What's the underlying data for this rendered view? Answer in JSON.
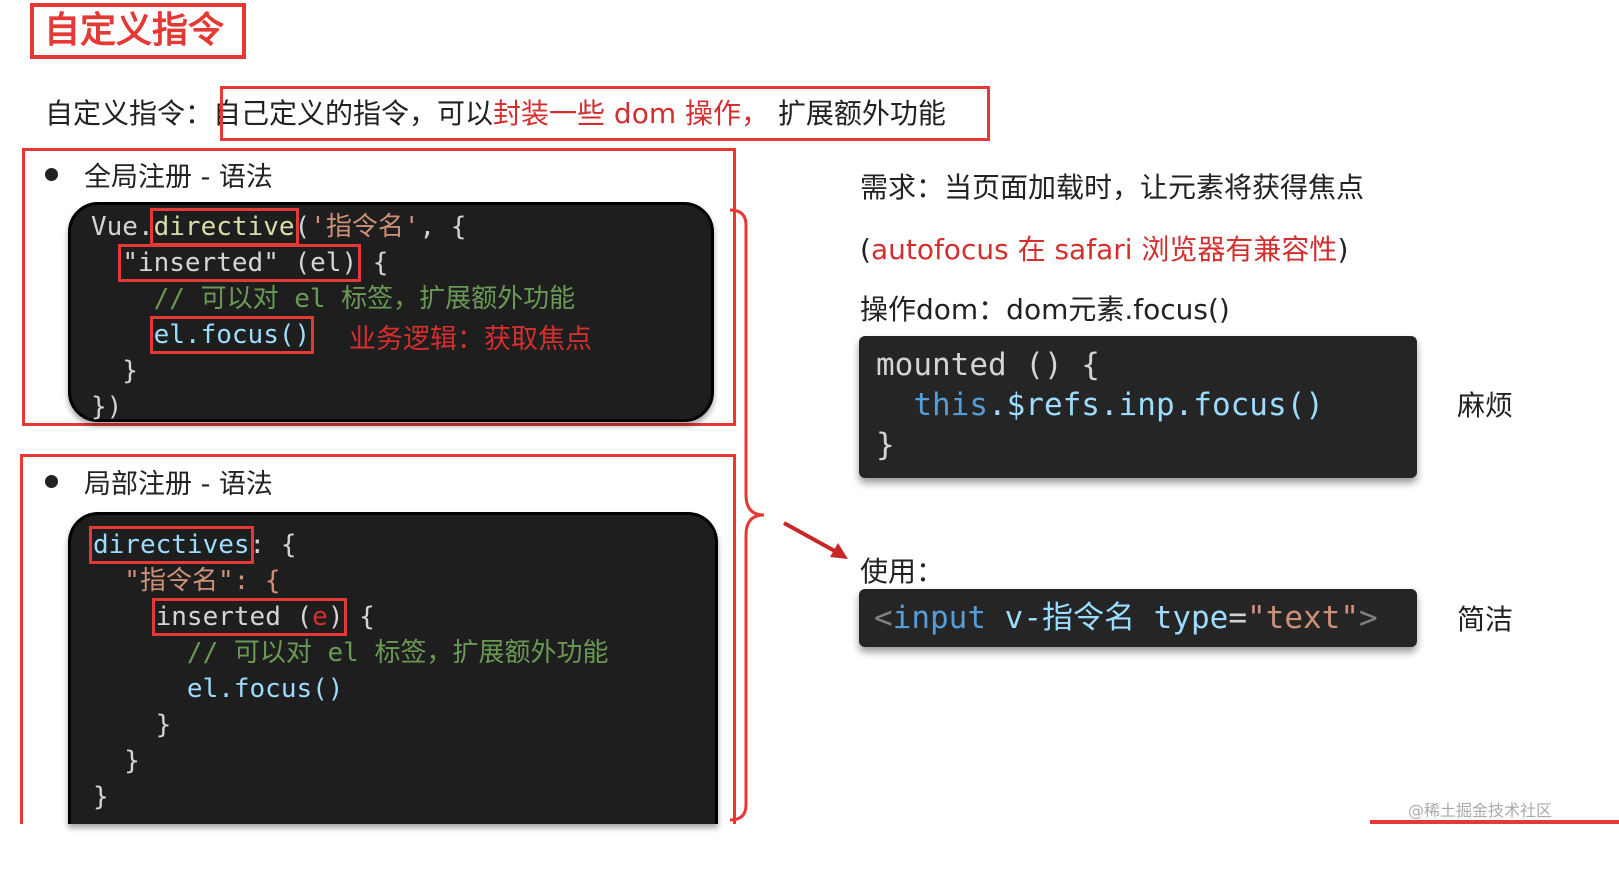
{
  "title": "自定义指令",
  "definition": {
    "prefix": "自定义指令：",
    "part1": "自己定义的指令，可以",
    "part2": "封装一些 dom 操作，",
    "part3": " 扩展额外功能"
  },
  "global_section": {
    "heading": "全局注册 - 语法",
    "code": {
      "l1_a": "Vue.",
      "l1_b": "directive",
      "l1_c": "(",
      "l1_d": "'指令名'",
      "l1_e": ", {",
      "l2_a": "  ",
      "l2_b": "\"inserted\" (el)",
      "l2_c": " {",
      "l3": "    // 可以对 el 标签，扩展额外功能",
      "l4_a": "    ",
      "l4_b": "el.focus()",
      "l5": "  }",
      "l6": "})"
    },
    "annotation": "业务逻辑：获取焦点"
  },
  "local_section": {
    "heading": "局部注册 - 语法",
    "code": {
      "l1_a": "directives",
      "l1_b": ": {",
      "l2": "  \"指令名\": {",
      "l3_a": "    ",
      "l3_b": "inserted (",
      "l3_c": "e",
      "l3_d": ")",
      "l3_e": " {",
      "l4": "      // 可以对 el 标签，扩展额外功能",
      "l5": "      el.focus()",
      "l6": "    }",
      "l7": "  }",
      "l8": "}"
    }
  },
  "requirement": {
    "line1": "需求：当页面加载时，让元素将获得焦点",
    "line2_open": "(",
    "line2_red": "autofocus 在 safari 浏览器有兼容性",
    "line2_close": ")",
    "line3": "操作dom：dom元素.focus()"
  },
  "mounted_code": {
    "l1": "mounted () {",
    "l2_a": "  ",
    "l2_b": "this",
    "l2_c": ".$refs.inp.focus()",
    "l3": "}"
  },
  "mounted_label": "麻烦",
  "usage_label": "使用：",
  "usage_code": {
    "lt": "<",
    "tag": "input",
    "sp1": " ",
    "directive": "v-指令名",
    "sp2": " ",
    "attr": "type",
    "eq": "=",
    "val": "\"text\"",
    "gt": ">"
  },
  "usage_tag": "简洁",
  "watermark": "@稀土掘金技术社区",
  "colors": {
    "accent": "#e53935",
    "code_bg": "#1e1e1e"
  }
}
